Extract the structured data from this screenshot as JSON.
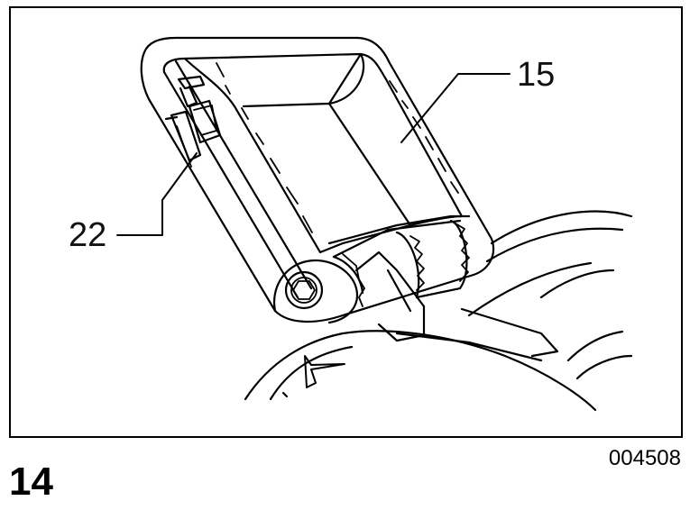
{
  "figure": {
    "number": "14",
    "code": "004508"
  },
  "callouts": [
    {
      "label": "15"
    },
    {
      "label": "22"
    }
  ]
}
